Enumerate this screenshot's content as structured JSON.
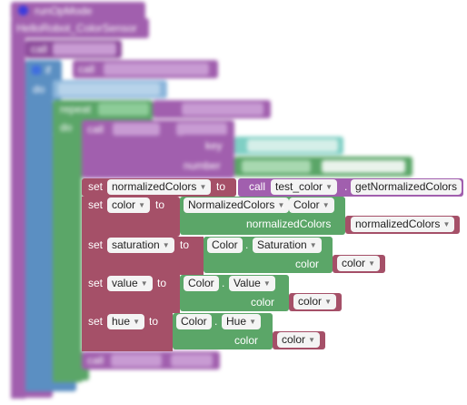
{
  "blurred": {
    "mode_label": "runOpMode",
    "hardware_label": "HelloRobot_ColorSensor",
    "call_wait": "waitForStart",
    "if_label": "if",
    "do_label": "do",
    "opmode_active": "opModeIsActive",
    "put_loop_text": "Put run blocks here",
    "repeat_label": "repeat",
    "while_label": "while",
    "call_label": "call",
    "telemetry_label": "Telemetry",
    "add_data": "addData",
    "key_label": "key",
    "key_value": "Light detected",
    "number_label": "number",
    "sensor_value": "test_color",
    "light_detected": "LightDetected",
    "update_label": "update"
  },
  "rows": [
    {
      "set": "set",
      "var": "normalizedColors",
      "to": "to",
      "call": "call",
      "device": "test_color",
      "dot": ".",
      "method": "getNormalizedColors"
    },
    {
      "set": "set",
      "var": "color",
      "to": "to",
      "obj": "NormalizedColors",
      "dot": ".",
      "prop": "Color",
      "arg_label": "normalizedColors",
      "arg_var": "normalizedColors"
    },
    {
      "set": "set",
      "var": "saturation",
      "to": "to",
      "obj": "Color",
      "dot": ".",
      "prop": "Saturation",
      "arg_label": "color",
      "arg_var": "color"
    },
    {
      "set": "set",
      "var": "value",
      "to": "to",
      "obj": "Color",
      "dot": ".",
      "prop": "Value",
      "arg_label": "color",
      "arg_var": "color"
    },
    {
      "set": "set",
      "var": "hue",
      "to": "to",
      "obj": "Color",
      "dot": ".",
      "prop": "Hue",
      "arg_label": "color",
      "arg_var": "color"
    }
  ],
  "icons": {
    "dropdown": "triangle-down-icon",
    "gear": "gear-icon"
  },
  "colors": {
    "procedure": "#a15fae",
    "control": "#5ba668",
    "logic": "#5b8fc2",
    "variables": "#a55068",
    "color_blocks": "#5ba668"
  }
}
